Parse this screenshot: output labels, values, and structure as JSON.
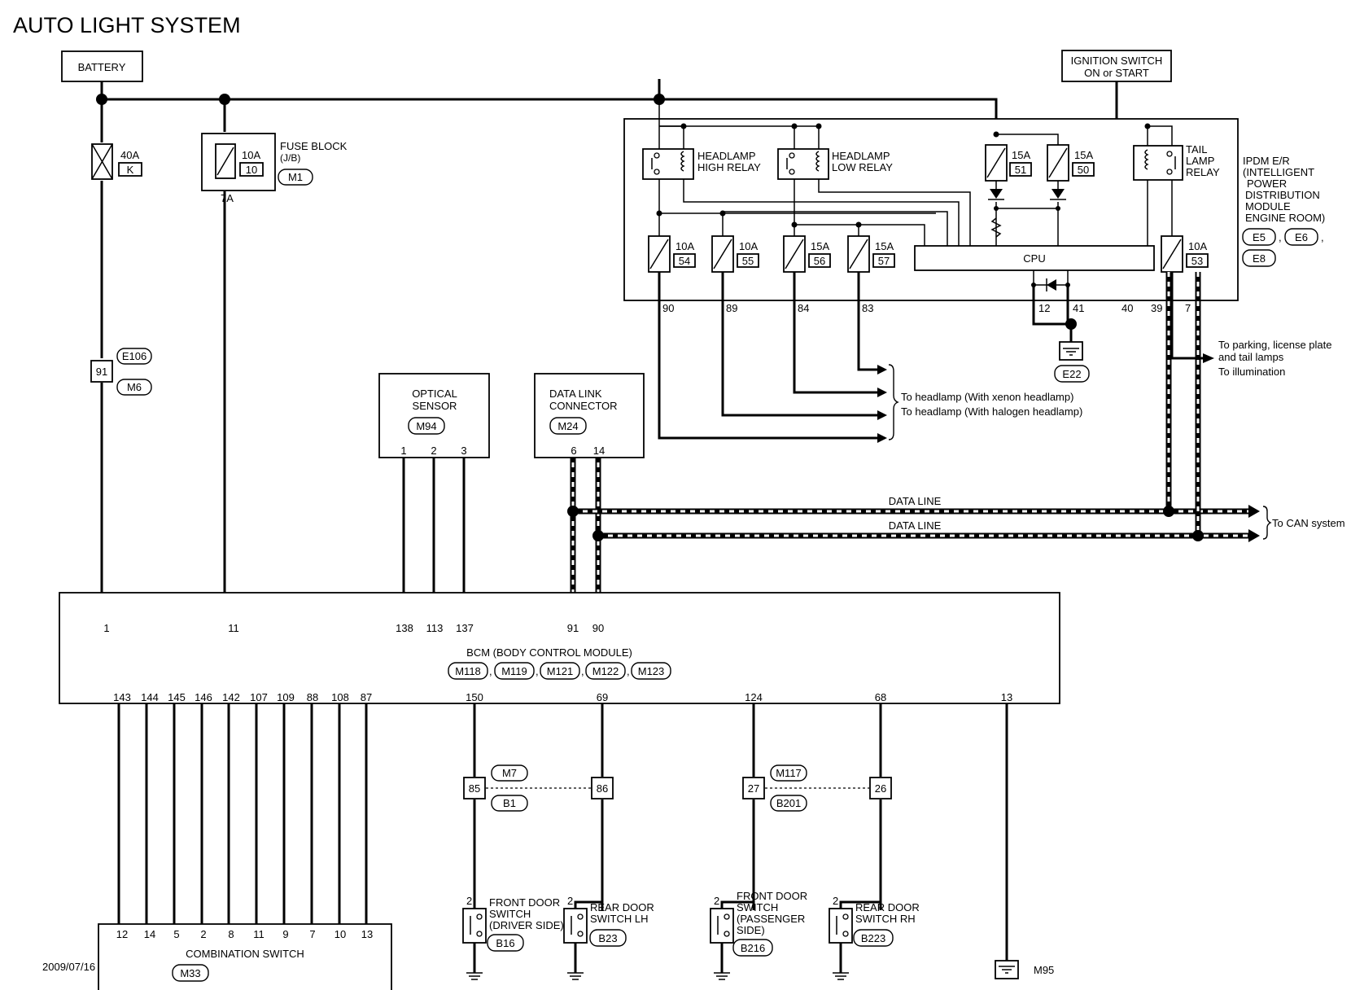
{
  "title": "AUTO LIGHT SYSTEM",
  "date": "2009/07/16",
  "battery": "BATTERY",
  "ignition": [
    "IGNITION SWITCH",
    "ON or START"
  ],
  "fuse_k": {
    "amp": "40A",
    "id": "K"
  },
  "fuse_block": {
    "amp": "10A",
    "num": "10",
    "label": [
      "FUSE BLOCK",
      "(J/B)"
    ],
    "connector": "M1",
    "pin": "7A"
  },
  "joint_91": {
    "pin": "91",
    "connectors": [
      "E106",
      "M6"
    ]
  },
  "ipdm": {
    "label": [
      "IPDM E/R",
      "(INTELLIGENT",
      "POWER",
      "DISTRIBUTION",
      "MODULE",
      "ENGINE ROOM)"
    ],
    "connectors": [
      "E5",
      "E6",
      "E8"
    ],
    "cpu": "CPU",
    "hi_relay": [
      "HEADLAMP",
      "HIGH RELAY"
    ],
    "lo_relay": [
      "HEADLAMP",
      "LOW RELAY"
    ],
    "tail_relay": [
      "TAIL",
      "LAMP",
      "RELAY"
    ],
    "fuses": [
      {
        "amp": "15A",
        "num": "51"
      },
      {
        "amp": "15A",
        "num": "50"
      },
      {
        "amp": "10A",
        "num": "54"
      },
      {
        "amp": "10A",
        "num": "55"
      },
      {
        "amp": "15A",
        "num": "56"
      },
      {
        "amp": "15A",
        "num": "57"
      },
      {
        "amp": "10A",
        "num": "53"
      }
    ],
    "pins": [
      "90",
      "89",
      "84",
      "83",
      "12",
      "41",
      "40",
      "39",
      "7"
    ],
    "ground": "E22"
  },
  "headlamp_notes": [
    "To headlamp (With xenon headlamp)",
    "To headlamp (With halogen headlamp)"
  ],
  "tail_note": [
    "To parking, license plate",
    "and tail lamps",
    "To illumination"
  ],
  "optical_sensor": {
    "label": [
      "OPTICAL",
      "SENSOR"
    ],
    "connector": "M94",
    "pins": [
      "1",
      "2",
      "3"
    ]
  },
  "dlc": {
    "label": [
      "DATA LINK",
      "CONNECTOR"
    ],
    "connector": "M24",
    "pins": [
      "6",
      "14"
    ]
  },
  "data_line": "DATA LINE",
  "can_note": "To CAN system",
  "bcm": {
    "label": "BCM (BODY CONTROL MODULE)",
    "connectors": [
      "M118",
      "M119",
      "M121",
      "M122",
      "M123"
    ],
    "top_pins": [
      "1",
      "11",
      "138",
      "113",
      "137",
      "91",
      "90"
    ],
    "bottom_pins": [
      "143",
      "144",
      "145",
      "146",
      "142",
      "107",
      "109",
      "88",
      "108",
      "87",
      "150",
      "69",
      "124",
      "68",
      "13"
    ]
  },
  "combo_switch": {
    "label": "COMBINATION SWITCH",
    "connector": "M33",
    "pins": [
      "12",
      "14",
      "5",
      "2",
      "8",
      "11",
      "9",
      "7",
      "10",
      "13"
    ]
  },
  "junctions": [
    {
      "left": "85",
      "right": "86",
      "connectors": [
        "M7",
        "B1"
      ]
    },
    {
      "left": "27",
      "right": "26",
      "connectors": [
        "M117",
        "B201"
      ]
    }
  ],
  "door_switches": [
    {
      "pin": "2",
      "label": [
        "FRONT DOOR",
        "SWITCH",
        "(DRIVER SIDE)"
      ],
      "connector": "B16"
    },
    {
      "pin": "2",
      "label": [
        "REAR DOOR",
        "SWITCH LH"
      ],
      "connector": "B23"
    },
    {
      "pin": "2",
      "label": [
        "FRONT DOOR",
        "SWITCH",
        "(PASSENGER",
        "SIDE)"
      ],
      "connector": "B216"
    },
    {
      "pin": "2",
      "label": [
        "REAR DOOR",
        "SWITCH RH"
      ],
      "connector": "B223"
    }
  ],
  "bcm_ground": "M95"
}
